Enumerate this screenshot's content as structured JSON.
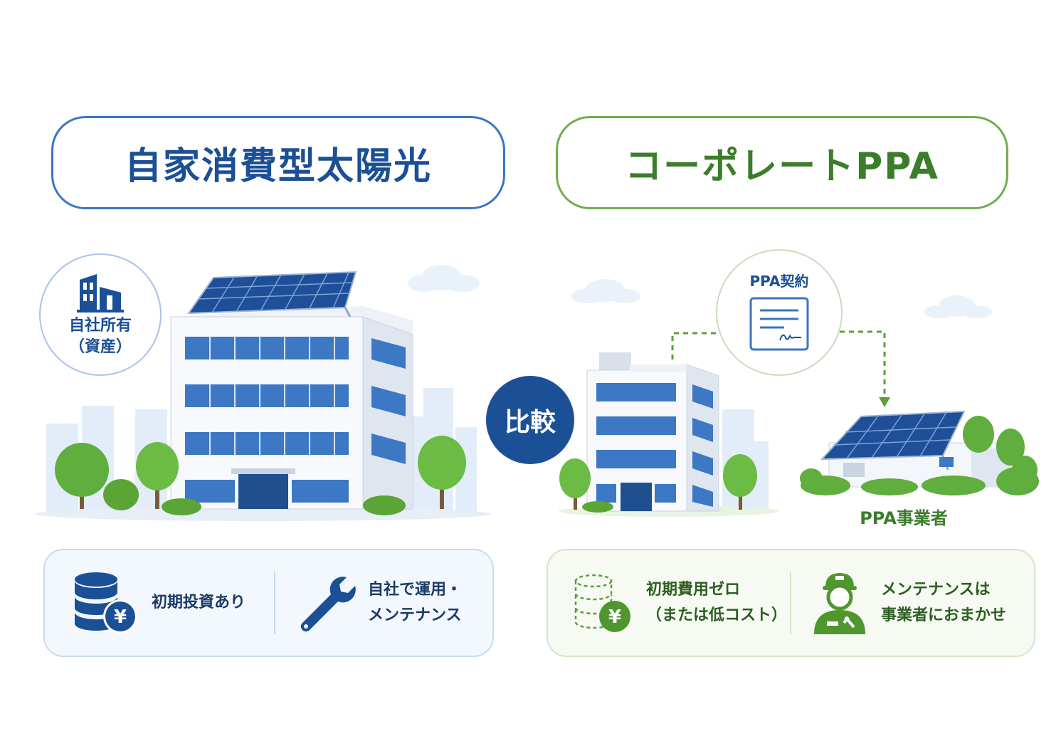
{
  "left": {
    "title": "自家消費型太陽光",
    "badge": {
      "line1": "自社所有",
      "line2": "（資産）"
    },
    "features": [
      {
        "icon": "coin-stack-yen-icon",
        "line1": "初期投資あり",
        "line2": ""
      },
      {
        "icon": "wrench-icon",
        "line1": "自社で運用・",
        "line2": "メンテナンス"
      }
    ]
  },
  "center": {
    "compare_label": "比較"
  },
  "right": {
    "title": "コーポレートPPA",
    "contract_label": "PPA契約",
    "provider_label": "PPA事業者",
    "features": [
      {
        "icon": "coin-stack-yen-dashed-icon",
        "line1": "初期費用ゼロ",
        "line2": "（または低コスト）"
      },
      {
        "icon": "maintenance-worker-icon",
        "line1": "メンテナンスは",
        "line2": "事業者におまかせ"
      }
    ]
  },
  "colors": {
    "blue_primary": "#1b4f96",
    "blue_border": "#3a76c2",
    "green_primary": "#3b7d2b",
    "green_border": "#6fae4c"
  }
}
